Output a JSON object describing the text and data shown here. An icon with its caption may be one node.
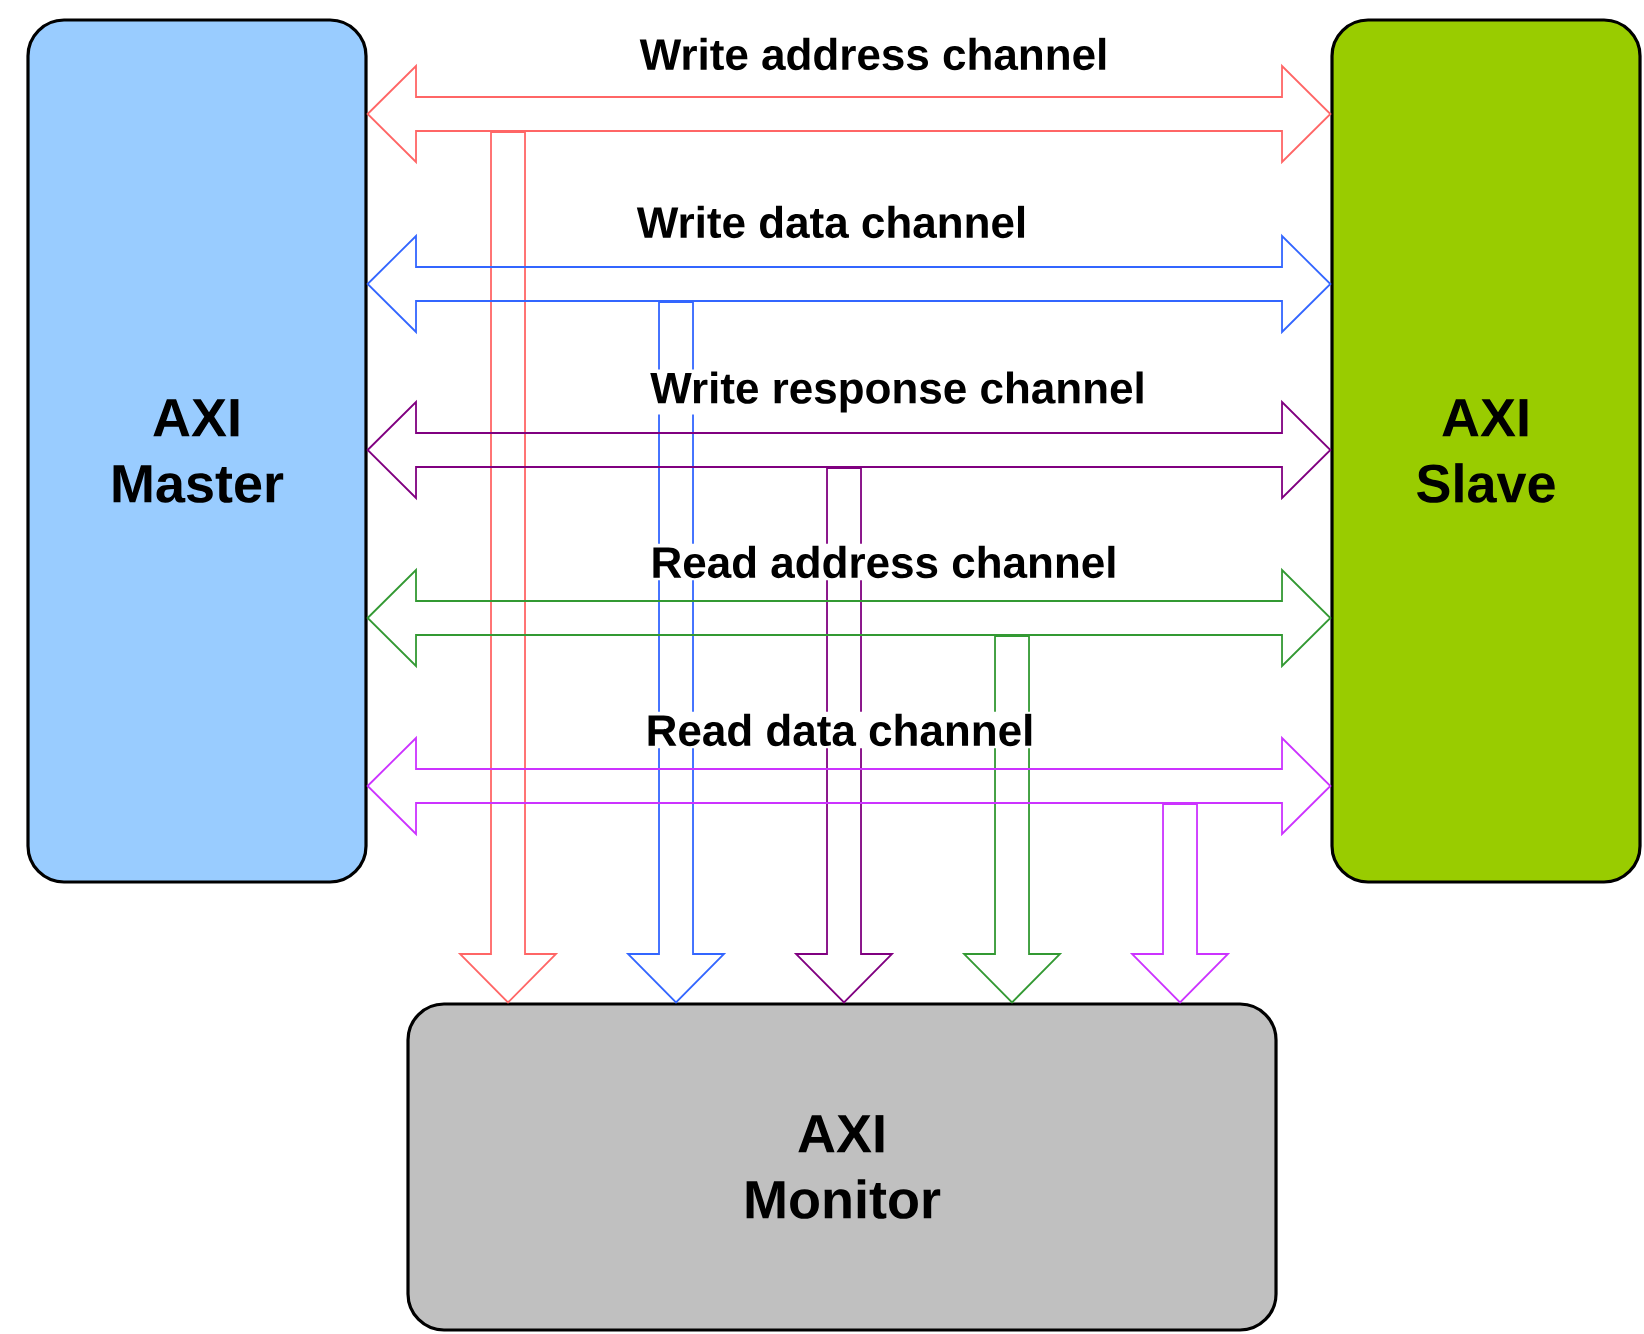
{
  "diagram": {
    "nodes": [
      {
        "text": [
          "AXI Master"
        ]
      },
      {
        "text": [
          "AXI Slave"
        ]
      },
      {
        "text": [
          "AXI Monitor"
        ]
      }
    ],
    "edges": [
      {
        "from": 0,
        "to": 1,
        "arrow": "both",
        "label": "Write address channel",
        "color": "#ff6666"
      },
      {
        "from": 0,
        "to": 1,
        "arrow": "both",
        "label": "Write data channel",
        "color": "#3366ff"
      },
      {
        "from": 0,
        "to": 1,
        "arrow": "both",
        "label": "Write response channel",
        "color": "#800080"
      },
      {
        "from": 0,
        "to": 1,
        "arrow": "both",
        "label": "Read address channel",
        "color": "#339933"
      },
      {
        "from": 0,
        "to": 1,
        "arrow": "both",
        "label": "Read data channel",
        "color": "#cc33ff"
      },
      {
        "from": null,
        "to": 2,
        "arrow": "to",
        "color": "#ff6666"
      },
      {
        "from": null,
        "to": 2,
        "arrow": "to",
        "color": "#3366ff"
      },
      {
        "from": null,
        "to": 2,
        "arrow": "to",
        "color": "#800080"
      },
      {
        "from": null,
        "to": 2,
        "arrow": "to",
        "color": "#339933"
      },
      {
        "from": null,
        "to": 2,
        "arrow": "to",
        "color": "#cc33ff"
      }
    ]
  }
}
